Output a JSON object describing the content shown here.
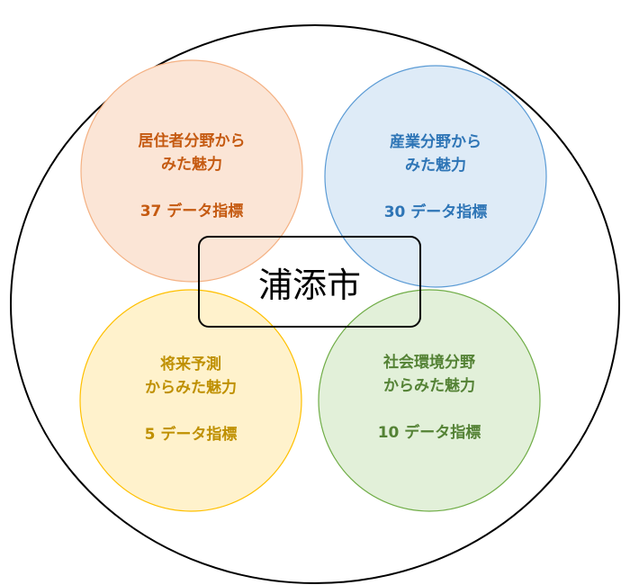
{
  "center": {
    "title": "浦添市"
  },
  "circles": [
    {
      "line1": "居住者分野から",
      "line2": "みた魅力",
      "count": "37 データ指標",
      "fill": "#fbe5d6",
      "stroke": "#f4b183",
      "text": "#c55a11"
    },
    {
      "line1": "産業分野から",
      "line2": "みた魅力",
      "count": "30 データ指標",
      "fill": "#deebf7",
      "stroke": "#5b9bd5",
      "text": "#2e75b6"
    },
    {
      "line1": "将来予測",
      "line2": "からみた魅力",
      "count": "5 データ指標",
      "fill": "#fff2cc",
      "stroke": "#ffc000",
      "text": "#bf9000"
    },
    {
      "line1": "社会環境分野",
      "line2": "からみた魅力",
      "count": "10 データ指標",
      "fill": "#e2f0d9",
      "stroke": "#70ad47",
      "text": "#548235"
    }
  ]
}
